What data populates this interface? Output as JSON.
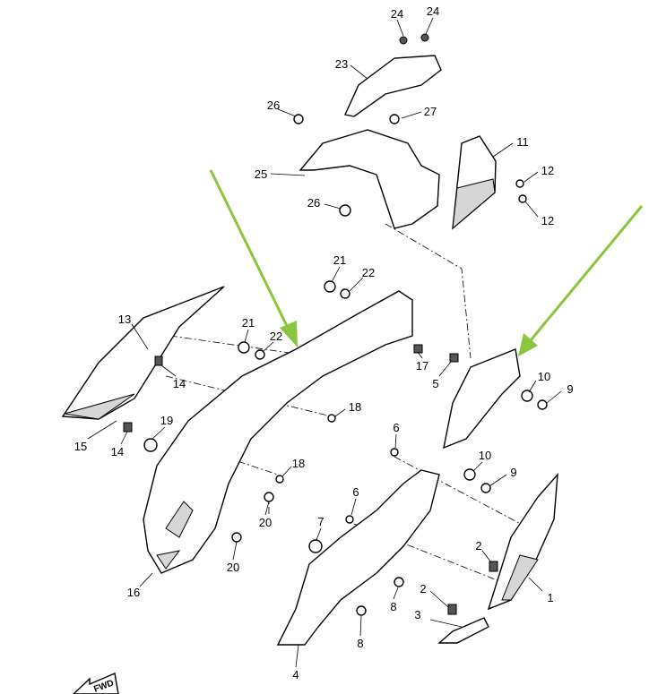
{
  "diagram": {
    "callouts": [
      "24",
      "24",
      "23",
      "26",
      "27",
      "11",
      "12",
      "12",
      "25",
      "26",
      "21",
      "22",
      "13",
      "21",
      "22",
      "17",
      "5",
      "10",
      "9",
      "14",
      "18",
      "19",
      "15",
      "14",
      "6",
      "10",
      "9",
      "18",
      "6",
      "20",
      "7",
      "2",
      "20",
      "16",
      "1",
      "2",
      "8",
      "3",
      "8",
      "4"
    ],
    "direction_label": "FWD",
    "arrow_color": "#8cc63f"
  }
}
